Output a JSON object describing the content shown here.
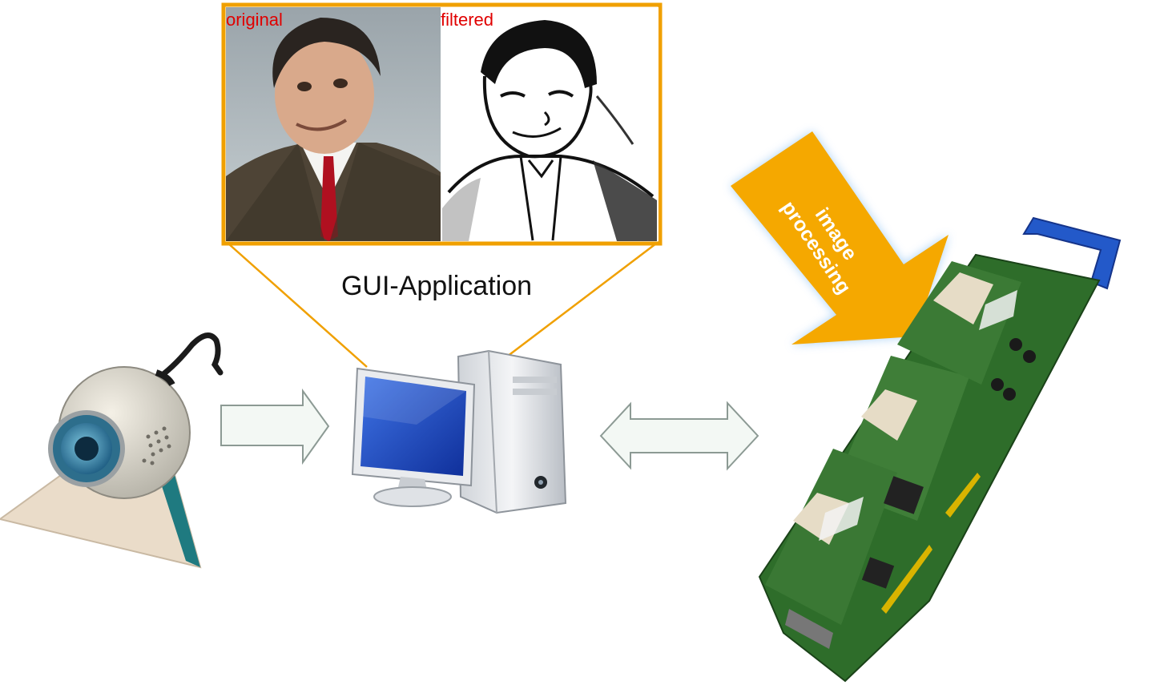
{
  "gui_application": {
    "title": "GUI-Application",
    "panels": [
      {
        "label": "original"
      },
      {
        "label": "filtered"
      }
    ]
  },
  "processing_arrow": {
    "line1": "image",
    "line2": "processing"
  },
  "colors": {
    "frame": "#f0a000",
    "label_red": "#e00000",
    "arrow_fill": "#f3f8f4",
    "arrow_stroke": "#8c9a94",
    "processing_arrow": "#f5a800",
    "monitor_screen": "#1d48c0",
    "pcb_green": "#2e6d2a"
  },
  "icons": [
    "webcam-icon",
    "computer-icon",
    "fpga-board-icon"
  ]
}
